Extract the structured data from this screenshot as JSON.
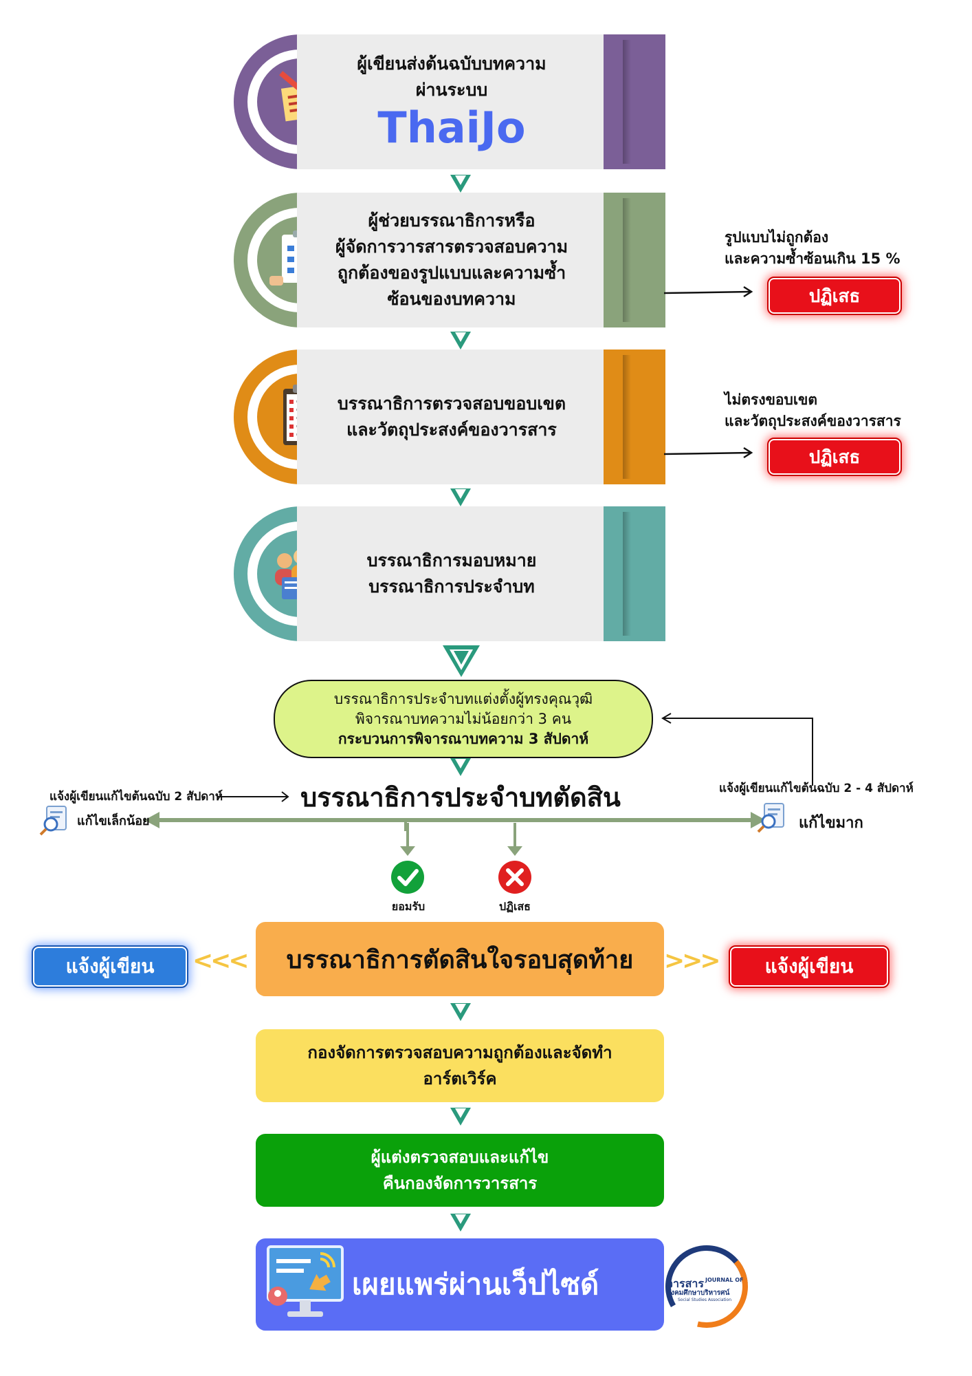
{
  "steps": [
    {
      "line1": "ผู้เขียนส่งต้นฉบับบทความ",
      "line2": "ผ่านระบบ",
      "brand": "ThaiJo",
      "color": "#7b5f97",
      "icon": "notepad-icon"
    },
    {
      "line1": "ผู้ช่วยบรรณาธิการหรือ",
      "line2": "ผู้จัดการวารสารตรวจสอบความ",
      "line3": "ถูกต้องของรูปแบบและความซ้ำ",
      "line4": "ซ้อนของบทความ",
      "color": "#8aa37b",
      "icon": "checklist-clipboard-icon"
    },
    {
      "line1": "บรรณาธิการตรวจสอบขอบเขต",
      "line2": "และวัตถุประสงค์ของวารสาร",
      "color": "#e08c17",
      "icon": "clipboard-checklist-icon"
    },
    {
      "line1": "บรรณาธิการมอบหมาย",
      "line2": "บรรณาธิการประจำบท",
      "color": "#62aca5",
      "icon": "team-assign-icon"
    }
  ],
  "reject_notes": [
    {
      "line1": "รูปแบบไม่ถูกต้อง",
      "line2": "และความซ้ำซ้อนเกิน  15 %",
      "button": "ปฏิเสธ"
    },
    {
      "line1": "ไม่ตรงขอบเขต",
      "line2": "และวัตถุประสงค์ของวารสาร",
      "button": "ปฏิเสธ"
    }
  ],
  "review": {
    "line1": "บรรณาธิการประจำบทแต่งตั้งผู้ทรงคุณวุฒิ",
    "line2": "พิจารณาบทความไม่น้อยกว่า 3 คน",
    "line3": "กระบวนการพิจารณาบทความ 3 สัปดาห์"
  },
  "decision": {
    "title": "บรรณาธิการประจำบทตัดสิน",
    "left_note": "แจ้งผู้เขียนแก้ไขต้นฉบับ 2 สัปดาห์",
    "left_label": "แก้ไขเล็กน้อย",
    "right_note": "แจ้งผู้เขียนแก้ไขต้นฉบับ 2 - 4  สัปดาห์",
    "right_label": "แก้ไขมาก",
    "accept_label": "ยอมรับ",
    "reject_label": "ปฏิเสธ"
  },
  "final": {
    "title": "บรรณาธิการตัดสินใจรอบสุดท้าย",
    "left_button": "แจ้งผู้เขียน",
    "right_button": "แจ้งผู้เขียน",
    "left_arrows": "<<<",
    "right_arrows": ">>>"
  },
  "artwork": {
    "line1": "กองจัดการตรวจสอบความถูกต้องและจัดทำ",
    "line2": "อาร์ตเวิร์ค"
  },
  "author_check": {
    "line1": "ผู้แต่งตรวจสอบและแก้ไข",
    "line2": "คืนกองจัดการวารสาร"
  },
  "publish": {
    "title": "เผยแพร่ผ่านเว็ปไซด์"
  },
  "logo": {
    "thai": "วารสาร",
    "journal": "JOURNAL OF",
    "thai2": "สังคมศึกษาบริหารศน์",
    "sub": "Social Studies Association"
  },
  "colors": {
    "green_arrow": "#2a9a7d",
    "reject_red": "#e8101a",
    "notify_blue": "#2d7ddc",
    "final_orange": "#f9ad4c",
    "artwork_yellow": "#fbdf5f",
    "author_green": "#0aa10a",
    "publish_blue": "#5a6df5",
    "review_lime": "#ddf38a"
  }
}
